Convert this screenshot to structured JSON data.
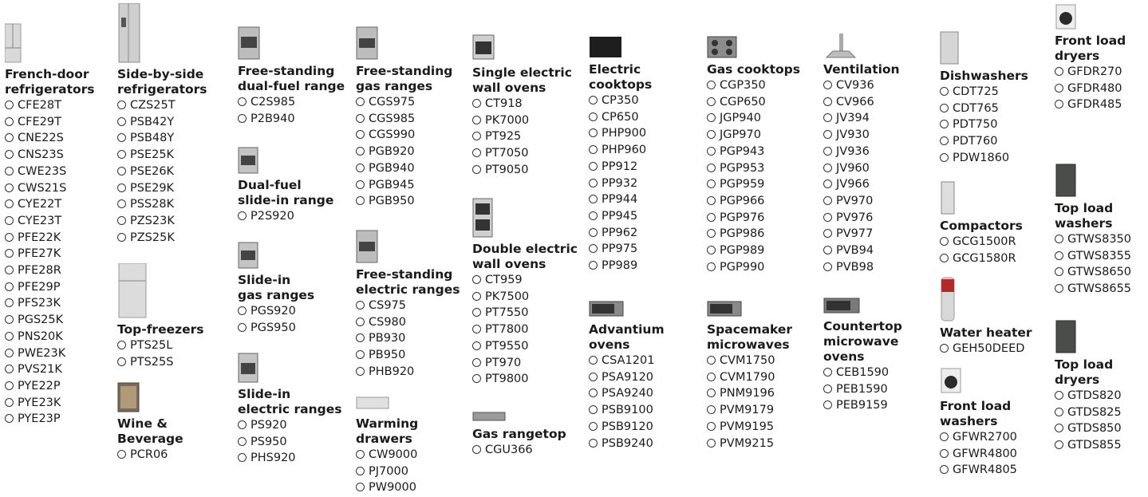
{
  "categories": [
    {
      "title": "French-door\nrefrigerators",
      "icon": "french-door-fridge-icon",
      "models": [
        "CFE28T",
        "CFE29T",
        "CNE22S",
        "CNS23S",
        "CWE23S",
        "CWS21S",
        "CYE22T",
        "CYE23T",
        "PFE22K",
        "PFE27K",
        "PFE28R",
        "PFE29P",
        "PFS23K",
        "PGS25K",
        "PNS20K",
        "PWE23K",
        "PVS21K",
        "PYE22P",
        "PYE23K",
        "PYE23P"
      ]
    },
    {
      "title": "Side-by-side\nrefrigerators",
      "icon": "side-by-side-fridge-icon",
      "models": [
        "CZS25T",
        "PSB42Y",
        "PSB48Y",
        "PSE25K",
        "PSE26K",
        "PSE29K",
        "PSS28K",
        "PZS23K",
        "PZS25K"
      ]
    },
    {
      "title": "Top-freezers",
      "icon": "top-freezer-fridge-icon",
      "models": [
        "PTS25L",
        "PTS25S"
      ]
    },
    {
      "title": "Wine &\nBeverage",
      "icon": "wine-cooler-icon",
      "models": [
        "PCR06"
      ]
    },
    {
      "title": "Free-standing\ndual-fuel range",
      "icon": "dual-fuel-range-icon",
      "models": [
        "C2S985",
        "P2B940"
      ]
    },
    {
      "title": "Dual-fuel\nslide-in range",
      "icon": "slide-in-range-icon",
      "models": [
        "P2S920"
      ]
    },
    {
      "title": "Slide-in\ngas ranges",
      "icon": "slide-in-gas-range-icon",
      "models": [
        "PGS920",
        "PGS950"
      ]
    },
    {
      "title": "Slide-in\nelectric ranges",
      "icon": "slide-in-electric-range-icon",
      "models": [
        "PS920",
        "PS950",
        "PHS920"
      ]
    },
    {
      "title": "Free-standing\ngas ranges",
      "icon": "gas-range-icon",
      "models": [
        "CGS975",
        "CGS985",
        "CGS990",
        "PGB920",
        "PGB940",
        "PGB945",
        "PGB950"
      ]
    },
    {
      "title": "Free-standing\nelectric ranges",
      "icon": "electric-range-icon",
      "models": [
        "CS975",
        "CS980",
        "PB930",
        "PB950",
        "PHB920"
      ]
    },
    {
      "title": "Warming\ndrawers",
      "icon": "warming-drawer-icon",
      "models": [
        "CW9000",
        "PJ7000",
        "PW9000"
      ]
    },
    {
      "title": "Single electric\nwall ovens",
      "icon": "single-wall-oven-icon",
      "models": [
        "CT918",
        "PK7000",
        "PT925",
        "PT7050",
        "PT9050"
      ]
    },
    {
      "title": "Double electric\nwall ovens",
      "icon": "double-wall-oven-icon",
      "models": [
        "CT959",
        "PK7500",
        "PT7550",
        "PT7800",
        "PT9550",
        "PT970",
        "PT9800"
      ]
    },
    {
      "title": "Gas rangetop",
      "icon": "gas-rangetop-icon",
      "models": [
        "CGU366"
      ]
    },
    {
      "title": "Electric\ncooktops",
      "icon": "electric-cooktop-icon",
      "models": [
        "CP350",
        "CP650",
        "PHP900",
        "PHP960",
        "PP912",
        "PP932",
        "PP944",
        "PP945",
        "PP962",
        "PP975",
        "PP989"
      ]
    },
    {
      "title": "Advantium\novens",
      "icon": "advantium-oven-icon",
      "models": [
        "CSA1201",
        "PSA9120",
        "PSA9240",
        "PSB9100",
        "PSB9120",
        "PSB9240"
      ]
    },
    {
      "title": "Gas cooktops",
      "icon": "gas-cooktop-icon",
      "models": [
        "CGP350",
        "CGP650",
        "JGP940",
        "JGP970",
        "PGP943",
        "PGP953",
        "PGP959",
        "PGP966",
        "PGP976",
        "PGP986",
        "PGP989",
        "PGP990"
      ]
    },
    {
      "title": "Spacemaker\nmicrowaves",
      "icon": "spacemaker-microwave-icon",
      "models": [
        "CVM1750",
        "CVM1790",
        "PNM9196",
        "PVM9179",
        "PVM9195",
        "PVM9215"
      ]
    },
    {
      "title": "Ventilation",
      "icon": "range-hood-icon",
      "models": [
        "CV936",
        "CV966",
        "JV394",
        "JV930",
        "JV936",
        "JV960",
        "JV966",
        "PV970",
        "PV976",
        "PV977",
        "PVB94",
        "PVB98"
      ]
    },
    {
      "title": "Countertop\nmicrowave\novens",
      "icon": "countertop-microwave-icon",
      "models": [
        "CEB1590",
        "PEB1590",
        "PEB9159"
      ]
    },
    {
      "title": "Dishwashers",
      "icon": "dishwasher-icon",
      "models": [
        "CDT725",
        "CDT765",
        "PDT750",
        "PDT760",
        "PDW1860"
      ]
    },
    {
      "title": "Compactors",
      "icon": "trash-compactor-icon",
      "models": [
        "GCG1500R",
        "GCG1580R"
      ]
    },
    {
      "title": "Water heater",
      "icon": "water-heater-icon",
      "models": [
        "GEH50DEED"
      ]
    },
    {
      "title": "Front load\nwashers",
      "icon": "front-load-washer-icon",
      "models": [
        "GFWR2700",
        "GFWR4800",
        "GFWR4805"
      ]
    },
    {
      "title": "Front load\ndryers",
      "icon": "front-load-dryer-icon",
      "models": [
        "GFDR270",
        "GFDR480",
        "GFDR485"
      ]
    },
    {
      "title": "Top load\nwashers",
      "icon": "top-load-washer-icon",
      "models": [
        "GTWS8350",
        "GTWS8355",
        "GTWS8650",
        "GTWS8655"
      ]
    },
    {
      "title": "Top load\ndryers",
      "icon": "top-load-dryer-icon",
      "models": [
        "GTDS820",
        "GTDS825",
        "GTDS850",
        "GTDS855"
      ]
    }
  ]
}
